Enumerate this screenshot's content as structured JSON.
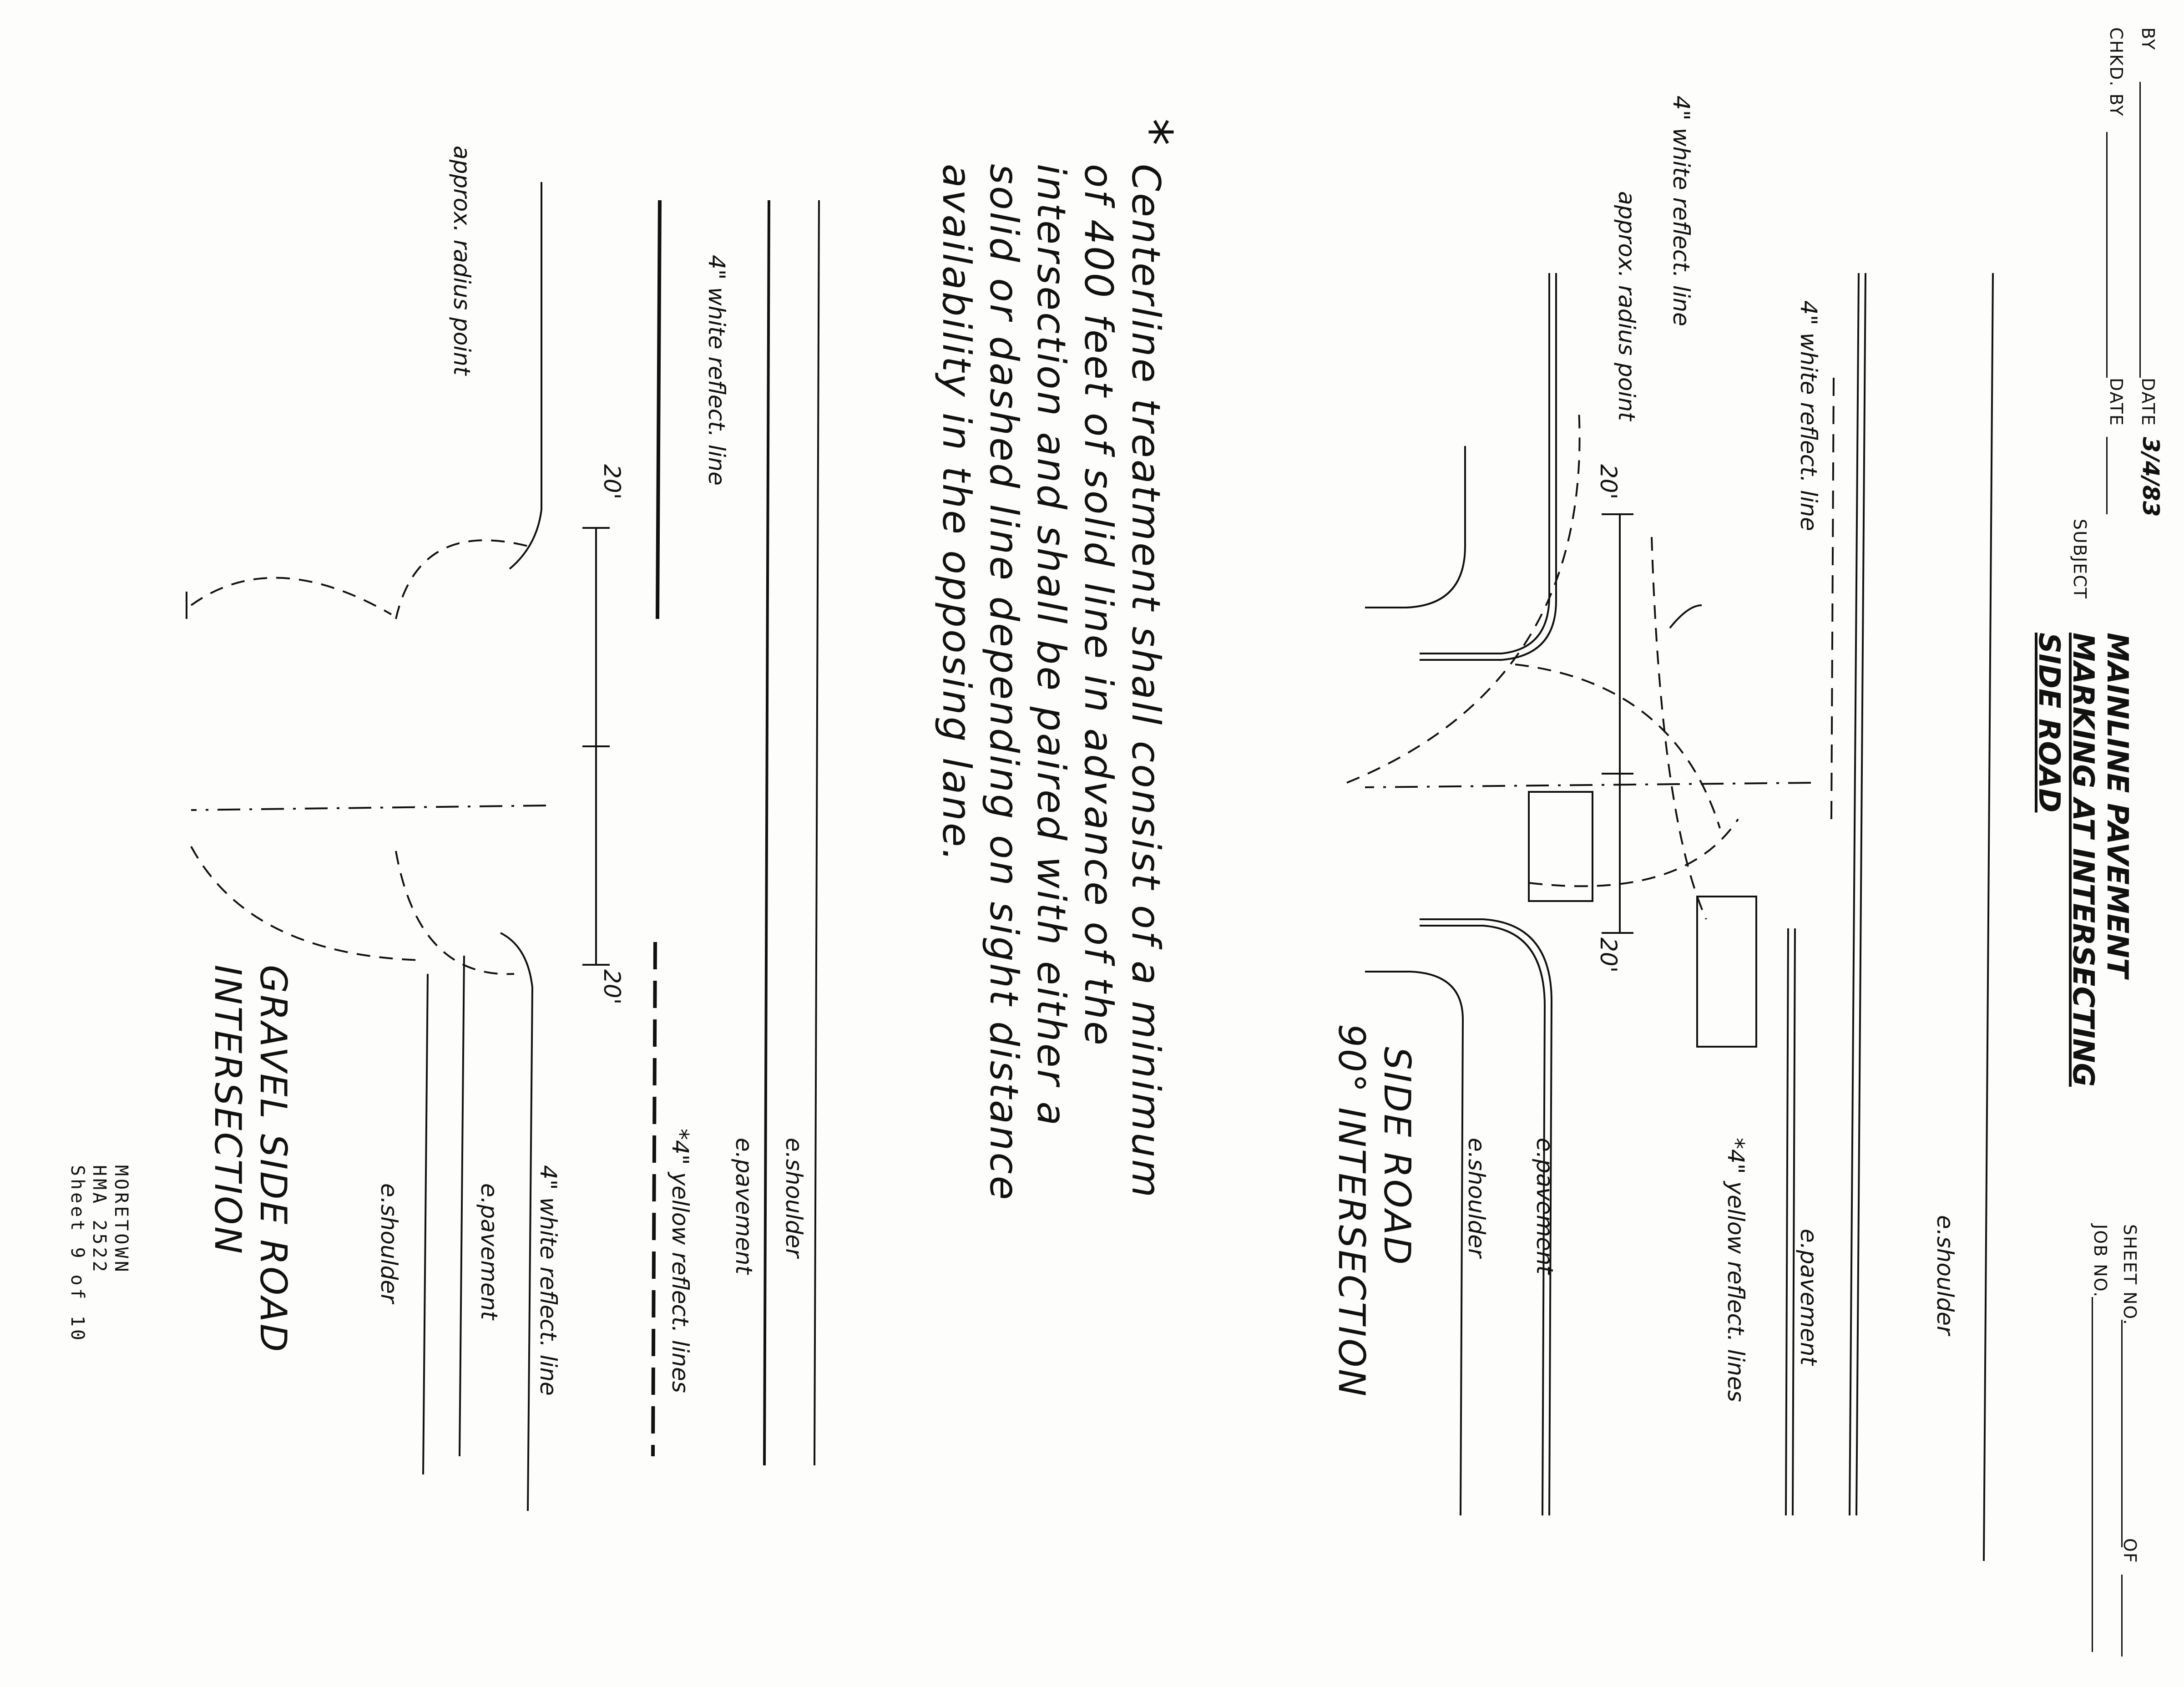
{
  "header": {
    "by_label": "BY",
    "date_label": "DATE",
    "date_value": "3/4/83",
    "chkd_label": "CHKD. BY",
    "date2_label": "DATE",
    "subject_label": "SUBJECT",
    "subject_lines": [
      "MAINLINE PAVEMENT",
      "MARKING AT INTERSECTING",
      "SIDE ROAD"
    ],
    "sheet_label": "SHEET NO.",
    "of_label": "OF",
    "job_label": "JOB NO."
  },
  "top_diagram": {
    "title_line1": "SIDE ROAD",
    "title_line2": "90° INTERSECTION",
    "labels": {
      "e_shoulder": "e.shoulder",
      "e_pavement_top": "e.pavement",
      "white_line_top": "4\" white reflect. line",
      "yellow_lines": "*4\" yellow reflect. lines",
      "white_line_left": "4\" white reflect. line",
      "radius": "approx. radius point",
      "dim_left": "20'",
      "dim_right": "20'",
      "e_pavement_bottom": "e.pavement",
      "e_shoulder_bottom": "e.shoulder"
    }
  },
  "note": {
    "star": "*",
    "text": "Centerline treatment shall consist of a minimum\nof 400 feet of solid line in advance of the\nintersection and shall be paired with either a\nsolid or dashed line depending on sight distance\navailability in the opposing lane."
  },
  "bottom_diagram": {
    "title_line1": "GRAVEL SIDE ROAD",
    "title_line2": "INTERSECTION",
    "labels": {
      "e_shoulder_top": "e.shoulder",
      "e_pavement_top": "e.pavement",
      "white_line_top": "4\" white reflect. line",
      "yellow_lines": "*4\" yellow reflect. lines",
      "white_line_bottom": "4\" white reflect. line",
      "radius": "approx. radius point",
      "dim_left": "20'",
      "dim_right": "20'",
      "e_pavement_bottom": "e.pavement",
      "e_shoulder_bottom": "e.shoulder"
    }
  },
  "footer": {
    "lines": "MORETOWN\nHMA 2522\nSheet 9 of 10"
  },
  "colors": {
    "ink": "#111111",
    "paper": "#fdfdfb"
  }
}
